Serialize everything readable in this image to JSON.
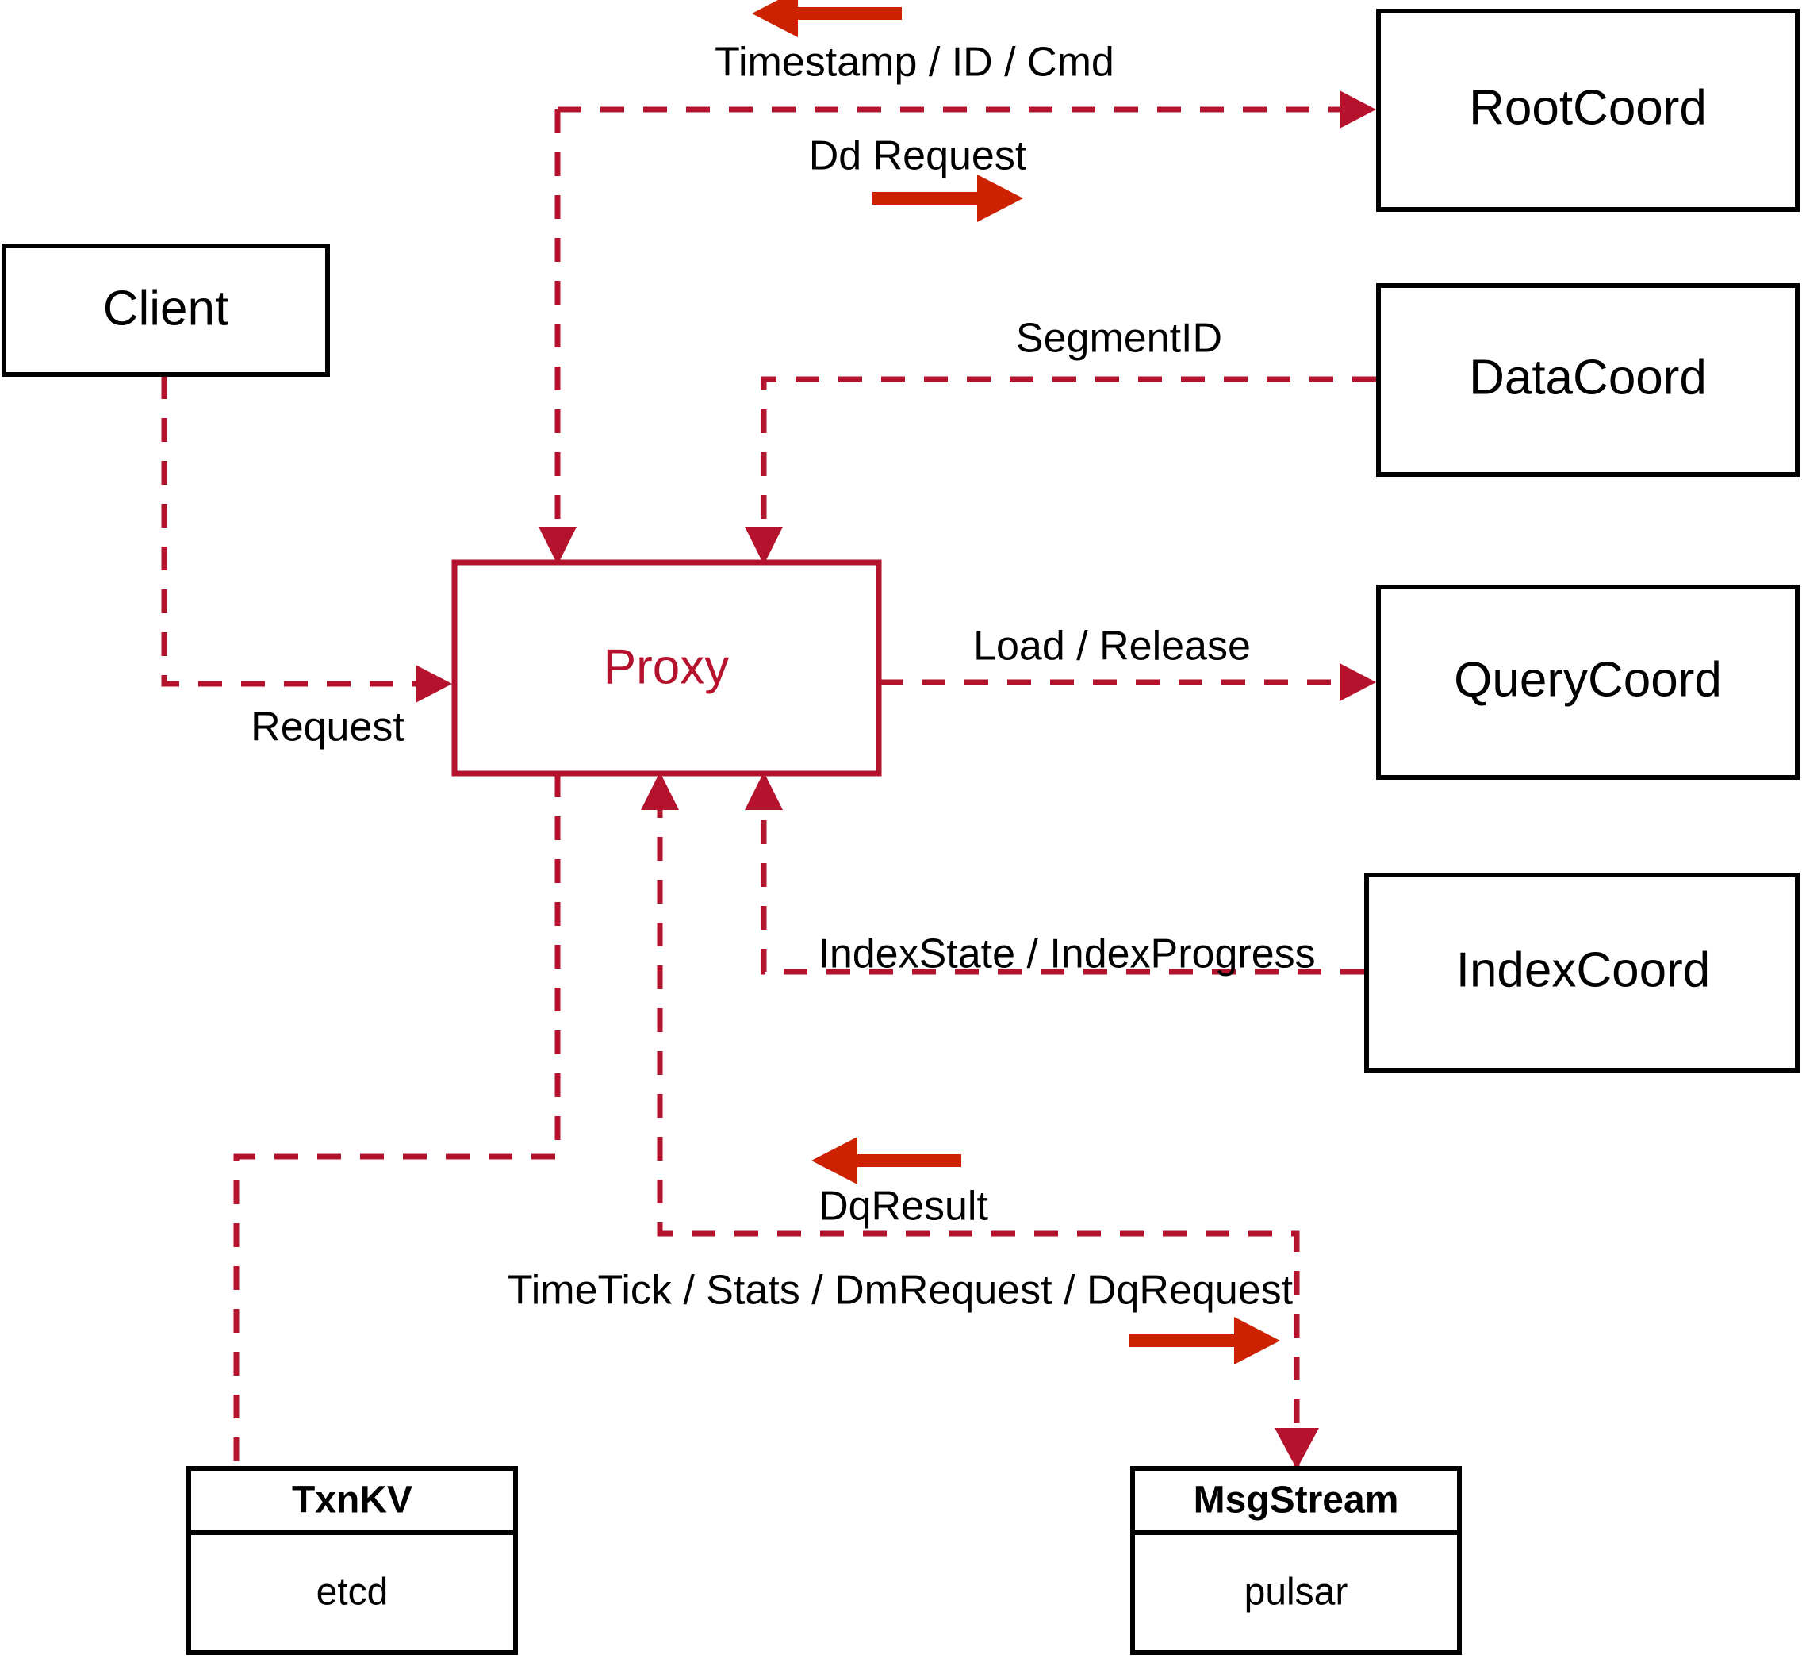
{
  "diagram": {
    "title": "Milvus Proxy interaction diagram",
    "colors": {
      "dashed_flow": "#b5122e",
      "accent_node": "#b5122e",
      "solid_arrow": "#cc2200",
      "node_stroke": "#000000",
      "background": "#ffffff"
    },
    "nodes": [
      {
        "id": "client",
        "label": "Client",
        "style": "plain"
      },
      {
        "id": "proxy",
        "label": "Proxy",
        "style": "accent"
      },
      {
        "id": "rootcoord",
        "label": "RootCoord",
        "style": "plain"
      },
      {
        "id": "datacoord",
        "label": "DataCoord",
        "style": "plain"
      },
      {
        "id": "querycoord",
        "label": "QueryCoord",
        "style": "plain"
      },
      {
        "id": "indexcoord",
        "label": "IndexCoord",
        "style": "plain"
      },
      {
        "id": "txnkv",
        "label": "TxnKV",
        "sublabel": "etcd",
        "style": "split"
      },
      {
        "id": "msgstream",
        "label": "MsgStream",
        "sublabel": "pulsar",
        "style": "split"
      }
    ],
    "edge_labels": {
      "timestamp_id_cmd": "Timestamp / ID / Cmd",
      "dd_request": "Dd Request",
      "segment_id": "SegmentID",
      "load_release": "Load / Release",
      "index_state_progress": "IndexState / IndexProgress",
      "request": "Request",
      "dq_result": "DqResult",
      "timetick_stats": "TimeTick / Stats / DmRequest / DqRequest"
    },
    "direction_markers": [
      {
        "id": "timestamp-direction",
        "label": "Timestamp / ID / Cmd",
        "direction": "left"
      },
      {
        "id": "dd-request-direction",
        "label": "Dd Request",
        "direction": "right"
      },
      {
        "id": "dq-result-direction",
        "label": "DqResult",
        "direction": "left"
      },
      {
        "id": "msgstream-direction",
        "label": "TimeTick / Stats / DmRequest / DqRequest",
        "direction": "right"
      }
    ]
  }
}
